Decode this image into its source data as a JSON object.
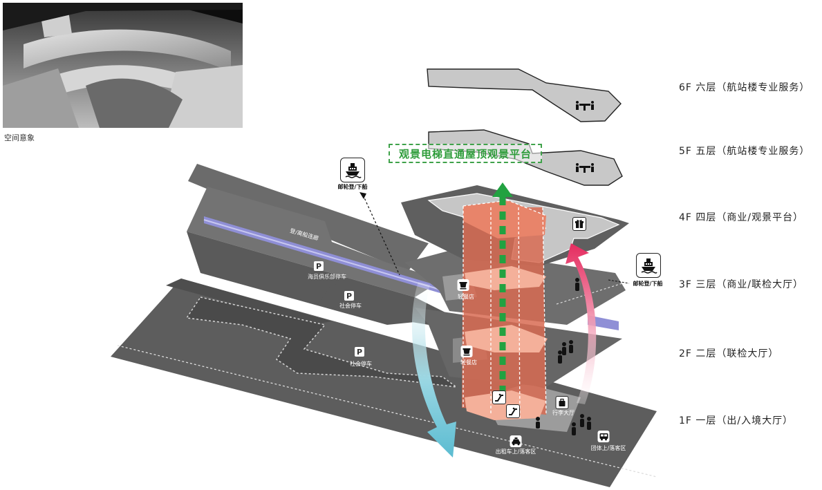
{
  "photo": {
    "caption": "空间意象"
  },
  "banner": {
    "text": "观景电梯直通屋顶观景平台"
  },
  "floors": [
    {
      "id": "6f",
      "label": "6F 六层（航站楼专业服务）"
    },
    {
      "id": "5f",
      "label": "5F 五层（航站楼专业服务）"
    },
    {
      "id": "4f",
      "label": "4F 四层（商业/观景平台）"
    },
    {
      "id": "3f",
      "label": "3F 三层（商业/联检大厅）"
    },
    {
      "id": "2f",
      "label": "2F 二层（联检大厅）"
    },
    {
      "id": "1f",
      "label": "1F 一层（出/入境大厅）"
    }
  ],
  "labels": {
    "ship_boarding_top": "邮轮登/下船",
    "ship_boarding_right": "邮轮登/下船",
    "bridge": "登/离船连廊",
    "crew_parking": "海员俱乐部停车",
    "social_parking_a": "社会停车",
    "social_parking_b": "社会停车",
    "cafe_upper": "轻餐店",
    "cafe_lower": "轻餐店",
    "baggage_hall": "行李大厅",
    "taxi": "出租车上/落客区",
    "group_bus": "团体上/落客区"
  },
  "icons": {
    "ship": "ship-icon",
    "dining": "dining-table-icon",
    "shop": "gift-shop-icon",
    "cafe": "coffee-cup-icon",
    "parking": "parking-icon",
    "escalator": "escalator-icon",
    "luggage": "luggage-icon",
    "taxi": "taxi-icon",
    "bus": "bus-icon",
    "person": "person-icon"
  },
  "colors": {
    "slab_dark": "#5d5d5d",
    "slab_mid": "#6e6e6e",
    "slab_light": "#c9c9c9",
    "core_orange": "#e8846a",
    "core_orange_light": "#f4b09a",
    "banner_green": "#2e9c3a",
    "arrow_teal": "#6cc4d6",
    "arrow_pink": "#e52b5f",
    "bridge_purple": "#8f8fd6"
  }
}
